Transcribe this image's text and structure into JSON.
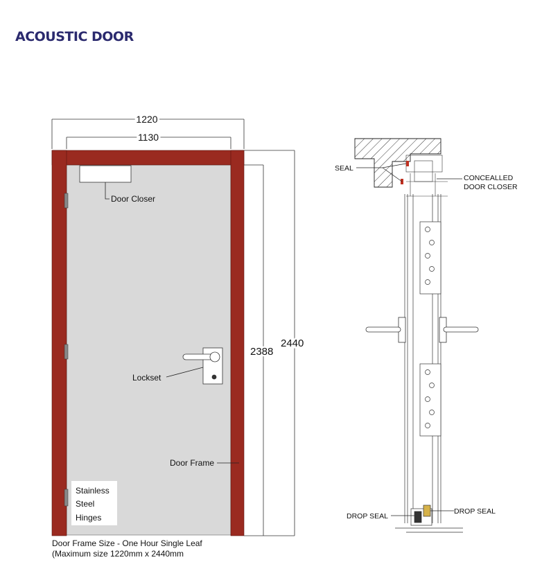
{
  "title": "ACOUSTIC DOOR",
  "elevation": {
    "dim_outer_width": "1220",
    "dim_inner_width": "1130",
    "dim_inner_height": "2388",
    "dim_outer_height": "2440",
    "label_door_closer": "Door Closer",
    "label_lockset": "Lockset",
    "label_door_frame": "Door Frame",
    "label_hinges_line1": "Stainless",
    "label_hinges_line2": "Steel",
    "label_hinges_line3": "Hinges",
    "caption_line1": "Door Frame Size - One Hour Single Leaf",
    "caption_line2": "(Maximum size 1220mm x 2440mm"
  },
  "section": {
    "label_seal": "SEAL",
    "label_closer_line1": "CONCEALLED",
    "label_closer_line2": "DOOR CLOSER",
    "label_drop_seal_left": "DROP SEAL",
    "label_drop_seal_right": "DROP SEAL"
  },
  "colors": {
    "frame": "#9a2a20",
    "door_leaf": "#d9d9d9",
    "title": "#2b2a6e"
  }
}
